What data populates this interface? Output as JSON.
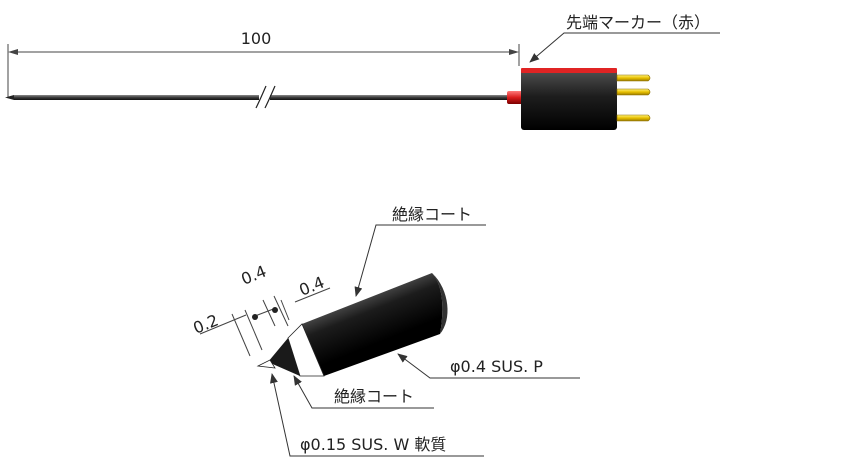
{
  "dimension": {
    "length": "100"
  },
  "labels": {
    "tip_marker": "先端マーカー（赤）",
    "insulation_coat_upper": "絶縁コート",
    "insulation_coat_lower": "絶縁コート",
    "sheath": "φ0.4 SUS. P",
    "wire": "φ0.15 SUS. W 軟質"
  },
  "tip_dimensions": {
    "a": "0.2",
    "b": "0.4",
    "c": "0.4"
  },
  "colors": {
    "body": "#1a1a1a",
    "marker": "#e02424",
    "pin": "#e8c000",
    "line": "#333333"
  }
}
